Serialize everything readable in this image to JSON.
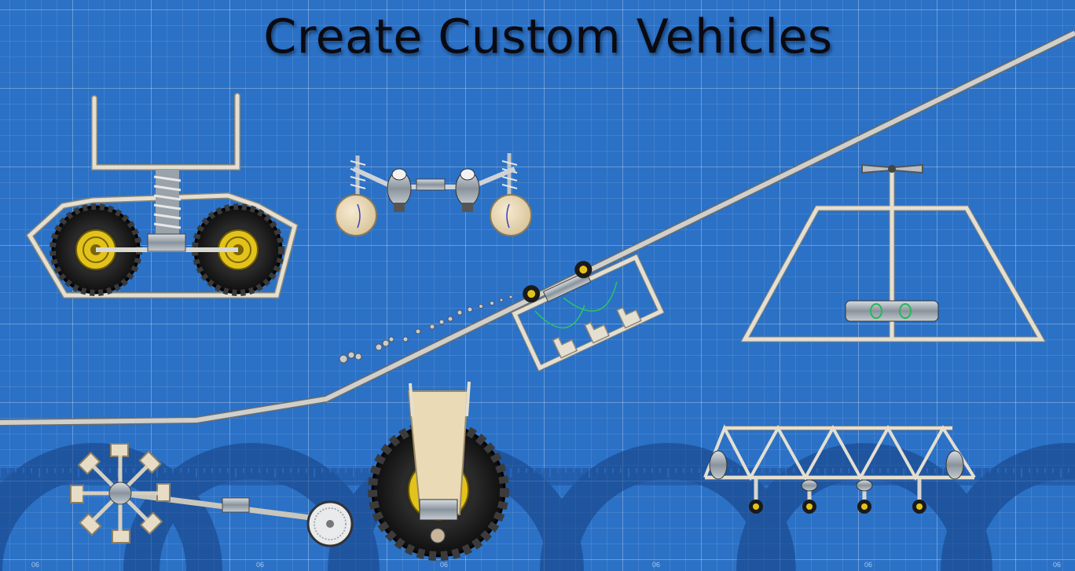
{
  "headline": "Create Custom Vehicles",
  "ruler_numbers": [
    "06",
    "06",
    "06",
    "06",
    "06",
    "06"
  ],
  "colors": {
    "blueprint": "#2b71c6",
    "beam": "#d9d4c6",
    "tire": "#1c1c1c",
    "hub": "#e0c31c",
    "wood": "#eeddb8",
    "spring": "#b5b5b5",
    "metal": "#8f9aa5"
  }
}
